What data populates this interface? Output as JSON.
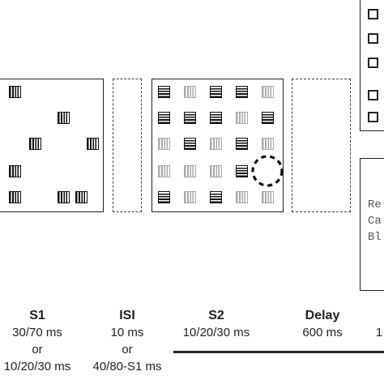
{
  "response_panel": {
    "text_lines": [
      "Re",
      "Ca",
      "Bl"
    ]
  },
  "phases": [
    {
      "name": "S1",
      "lines": [
        "30/70 ms",
        "or",
        "10/20/30 ms"
      ]
    },
    {
      "name": "ISI",
      "lines": [
        "10 ms",
        "or",
        "40/80-S1 ms"
      ]
    },
    {
      "name": "S2",
      "lines": [
        "10/20/30 ms"
      ]
    },
    {
      "name": "Delay",
      "lines": [
        "600 ms"
      ]
    },
    {
      "name": "",
      "lines": [
        "1"
      ]
    }
  ],
  "s1_grid": {
    "rows": 5,
    "cols": 5,
    "cells": [
      [
        1,
        0,
        0,
        0,
        0
      ],
      [
        0,
        0,
        1,
        0,
        0
      ],
      [
        0,
        1,
        0,
        0,
        1
      ],
      [
        1,
        0,
        0,
        0,
        0
      ],
      [
        1,
        0,
        1,
        1,
        0
      ]
    ]
  },
  "s2_grid": {
    "rows": 5,
    "cols": 5,
    "legend": {
      "h": "horizontal-black",
      "v": "vertical-black",
      "g": "vertical-gray"
    },
    "cells": [
      [
        "h",
        "g",
        "h",
        "h",
        "g"
      ],
      [
        "h",
        "h",
        "h",
        "g",
        "h"
      ],
      [
        "g",
        "h",
        "g",
        "h",
        "g"
      ],
      [
        "g",
        "g",
        "g",
        "h",
        "target"
      ],
      [
        "h",
        "g",
        "h",
        "g",
        "g"
      ]
    ]
  },
  "colors": {
    "ink": "#222222",
    "gray_stim": "#aaaaaa",
    "side_text": "#555555"
  },
  "icons": {
    "target_marker": "dashed-circle-icon"
  }
}
